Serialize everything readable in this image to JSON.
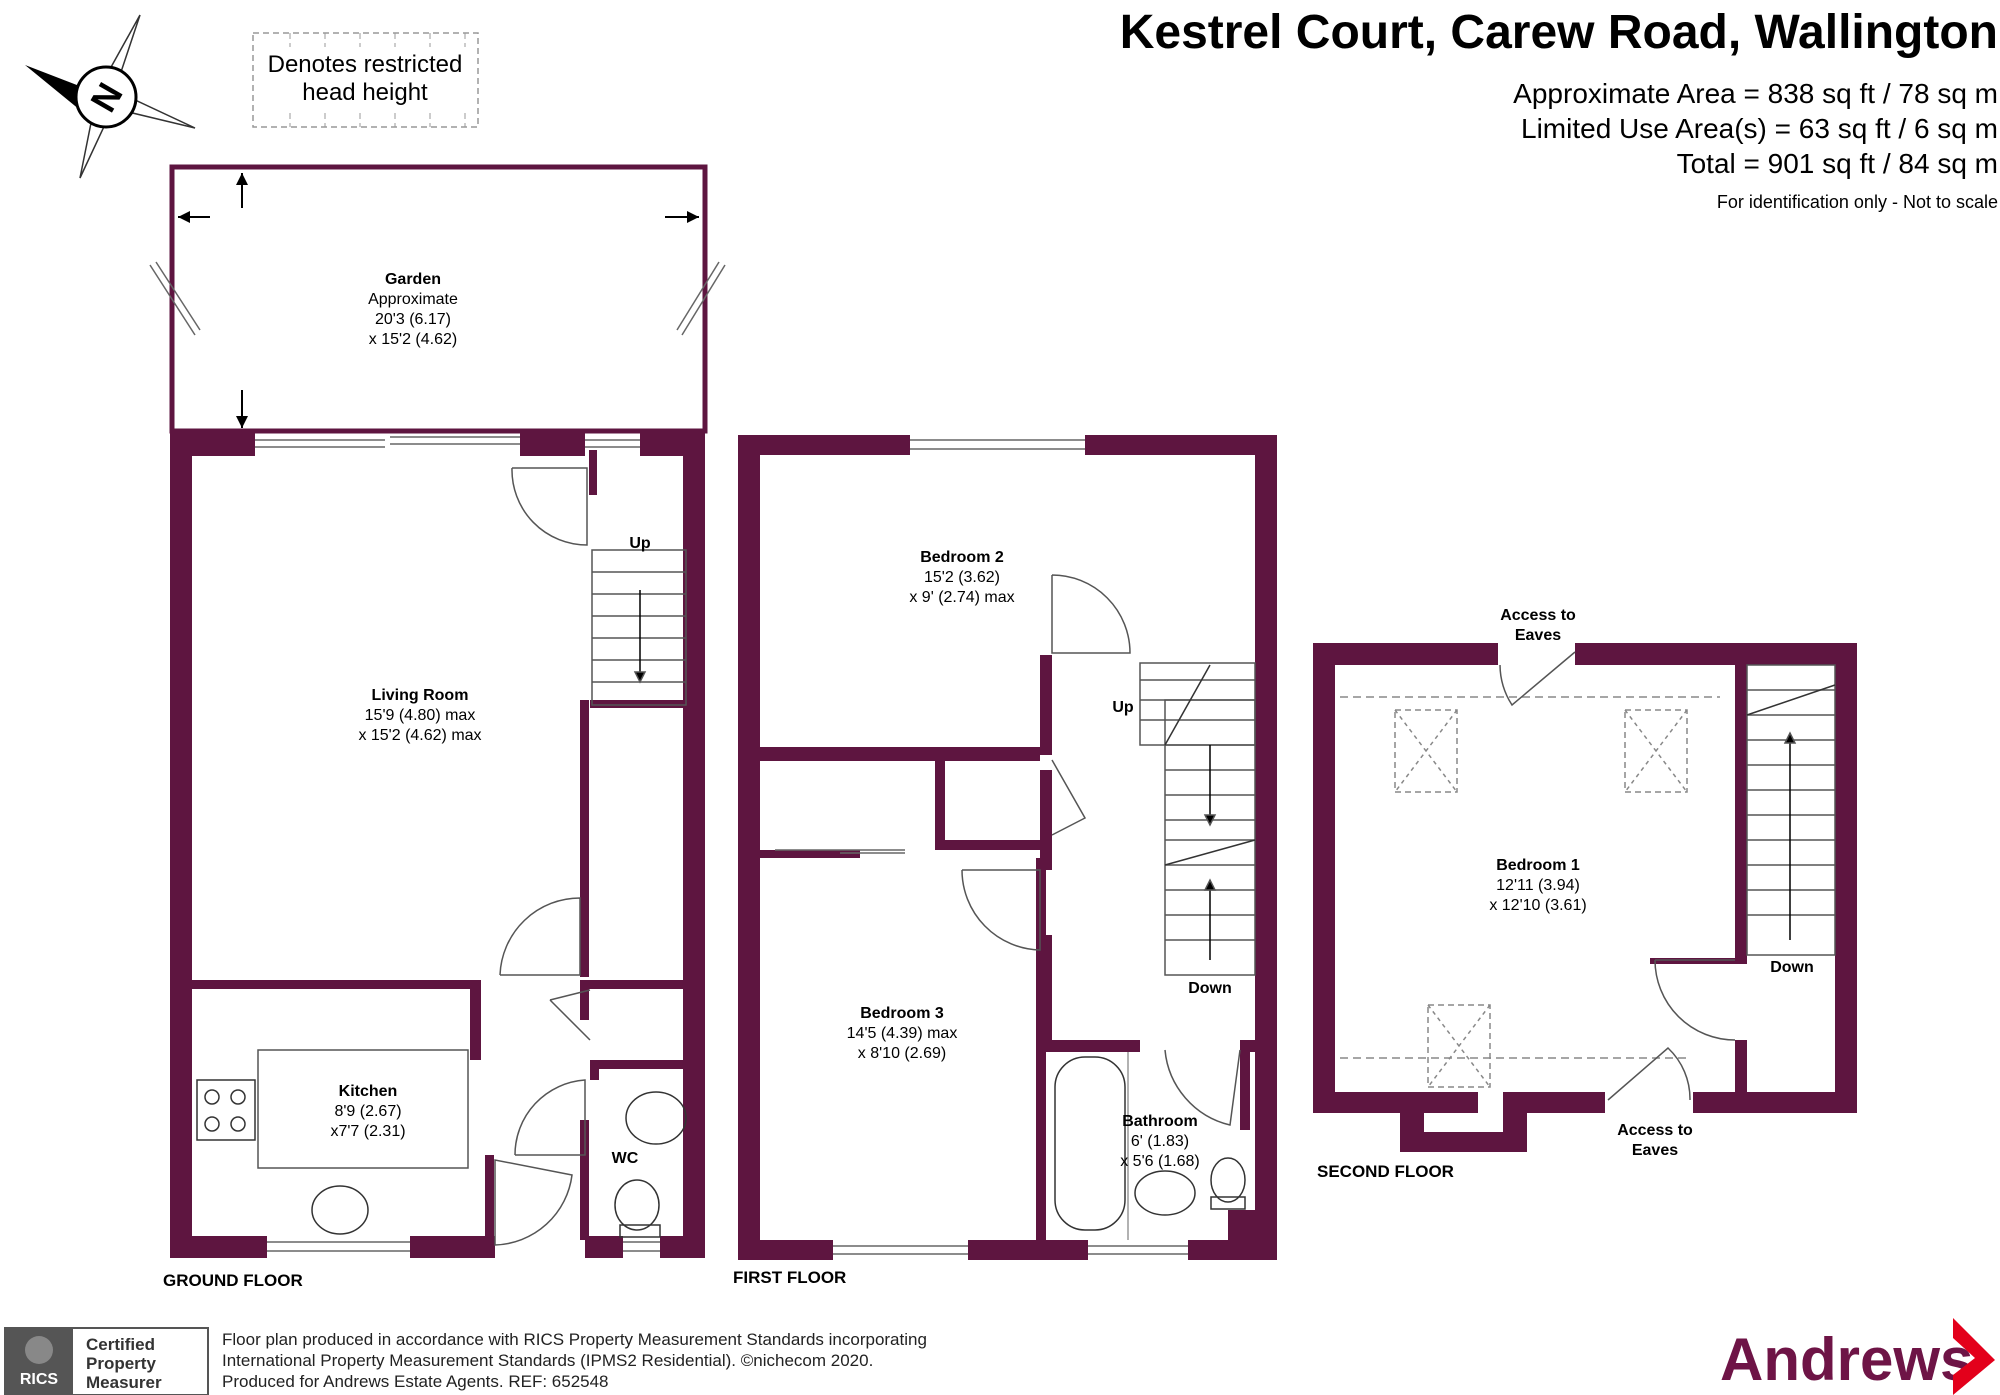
{
  "header": {
    "title": "Kestrel Court, Carew Road, Wallington",
    "approx_area": "Approximate Area = 838 sq ft / 78 sq m",
    "limited_use_area": "Limited Use Area(s) = 63 sq ft / 6 sq m",
    "total": "Total = 901 sq ft / 84 sq m",
    "note": "For identification only - Not to scale"
  },
  "compass": {
    "letter": "N"
  },
  "legend": {
    "line1": "Denotes restricted",
    "line2": "head height"
  },
  "rooms": {
    "garden": {
      "name": "Garden",
      "line1": "Approximate",
      "line2": "20'3 (6.17)",
      "line3": "x 15'2 (4.62)"
    },
    "living": {
      "name": "Living Room",
      "line1": "15'9 (4.80) max",
      "line2": "x 15'2 (4.62) max"
    },
    "kitchen": {
      "name": "Kitchen",
      "line1": "8'9 (2.67)",
      "line2": "x7'7 (2.31)"
    },
    "wc": {
      "name": "WC"
    },
    "bedroom2": {
      "name": "Bedroom 2",
      "line1": "15'2 (3.62)",
      "line2": "x 9' (2.74) max"
    },
    "bedroom3": {
      "name": "Bedroom 3",
      "line1": "14'5 (4.39) max",
      "line2": "x 8'10 (2.69)"
    },
    "bathroom": {
      "name": "Bathroom",
      "line1": "6' (1.83)",
      "line2": "x 5'6 (1.68)"
    },
    "bedroom1": {
      "name": "Bedroom 1",
      "line1": "12'11 (3.94)",
      "line2": "x 12'10 (3.61)"
    }
  },
  "stairs": {
    "up": "Up",
    "down": "Down"
  },
  "eaves": {
    "line1": "Access to",
    "line2": "Eaves"
  },
  "floors": {
    "ground": "GROUND FLOOR",
    "first": "FIRST FLOOR",
    "second": "SECOND FLOOR"
  },
  "footer": {
    "line1": "Floor plan produced in accordance with RICS Property Measurement Standards incorporating",
    "line2": "International Property Measurement Standards (IPMS2 Residential).  ©nichecom 2020.",
    "line3": "Produced for Andrews Estate Agents.   REF:   652548"
  },
  "rics_badge": {
    "label": "RICS",
    "line1": "Certified",
    "line2": "Property",
    "line3": "Measurer"
  },
  "brand": {
    "name": "Andrews"
  },
  "colors": {
    "wall": "#5e1540",
    "brand": "#6e1446",
    "arrow": "#e3001b"
  }
}
